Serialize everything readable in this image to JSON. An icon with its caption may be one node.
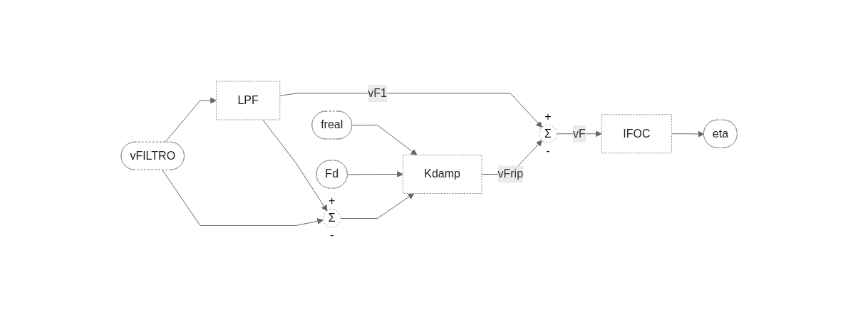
{
  "diagram": {
    "nodes": [
      {
        "text": [
          "vFILTRO"
        ]
      },
      {
        "text": [
          "LPF"
        ]
      },
      {
        "text": [
          "+",
          "Σ",
          "-"
        ]
      },
      {
        "text": [
          "IFOC"
        ]
      },
      {
        "text": [
          "eta"
        ]
      },
      {
        "text": [
          "+",
          "Σ",
          "-"
        ]
      },
      {
        "text": [
          "freal"
        ]
      },
      {
        "text": [
          "Fd"
        ]
      },
      {
        "text": [
          "Kdamp"
        ]
      }
    ],
    "edges": [
      {
        "from": 0,
        "to": 1,
        "arrow": "to"
      },
      {
        "from": 1,
        "to": 2,
        "arrow": "to",
        "label": "vF1"
      },
      {
        "from": 2,
        "to": 3,
        "arrow": "to",
        "label": "vF"
      },
      {
        "from": 3,
        "to": 4,
        "arrow": "to"
      },
      {
        "from": 0,
        "to": 5,
        "arrow": "to"
      },
      {
        "from": 1,
        "to": 5,
        "arrow": "to"
      },
      {
        "from": 5,
        "to": 8,
        "arrow": "to"
      },
      {
        "from": 6,
        "to": 8,
        "arrow": "to"
      },
      {
        "from": 7,
        "to": 8,
        "arrow": "to"
      },
      {
        "from": 8,
        "to": 2,
        "arrow": "to",
        "label": "vFrip"
      }
    ]
  }
}
